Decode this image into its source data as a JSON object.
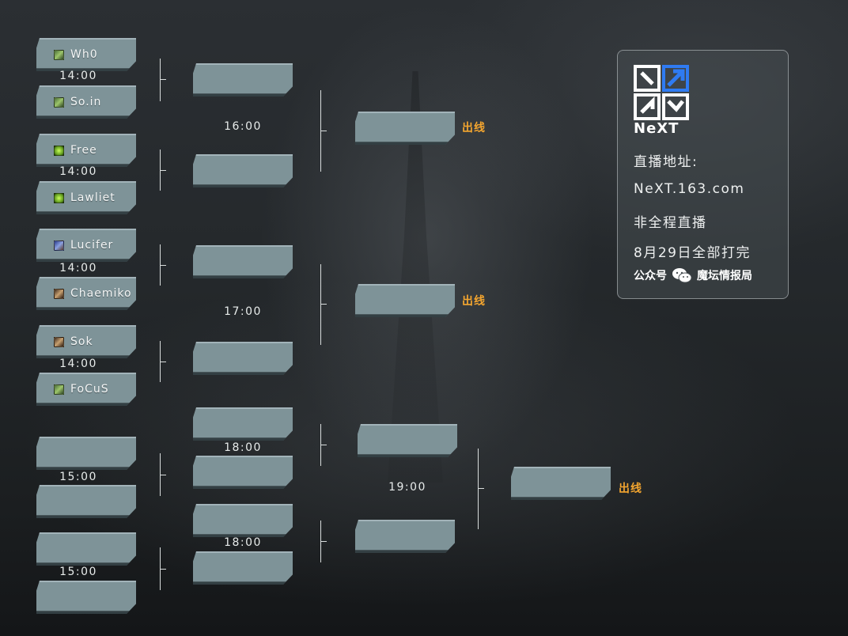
{
  "round1": {
    "matches": [
      {
        "time": "14:00",
        "p1": {
          "name": "Wh0",
          "race": "hu"
        },
        "p2": {
          "name": "So.in",
          "race": "hu"
        }
      },
      {
        "time": "14:00",
        "p1": {
          "name": "Free",
          "race": "ne"
        },
        "p2": {
          "name": "Lawliet",
          "race": "ne"
        }
      },
      {
        "time": "14:00",
        "p1": {
          "name": "Lucifer",
          "race": "ud"
        },
        "p2": {
          "name": "Chaemiko",
          "race": "orc"
        }
      },
      {
        "time": "14:00",
        "p1": {
          "name": "Sok",
          "race": "orc"
        },
        "p2": {
          "name": "FoCuS",
          "race": "hu"
        }
      },
      {
        "time": "15:00",
        "p1": {
          "name": "",
          "race": ""
        },
        "p2": {
          "name": "",
          "race": ""
        }
      },
      {
        "time": "15:00",
        "p1": {
          "name": "",
          "race": ""
        },
        "p2": {
          "name": "",
          "race": ""
        }
      }
    ]
  },
  "round2": {
    "times": [
      "16:00",
      "17:00",
      "18:00",
      "18:00"
    ]
  },
  "round3": {
    "time": "19:00"
  },
  "qualify_label": "出线",
  "panel": {
    "logo_text": "NeXT",
    "line1": "直播地址:",
    "line2": "NeXT.163.com",
    "line3": "非全程直播",
    "line4": "8月29日全部打完",
    "wechat_prefix": "公众号",
    "wechat_icon": "wechat-icon",
    "wechat_name": "魔坛情报局"
  },
  "colors": {
    "slot": "#7e9398",
    "qualify": "#f3a52f",
    "race_icons": {
      "hu": "human-icon",
      "ne": "nightelf-icon",
      "ud": "undead-icon",
      "orc": "orc-icon"
    }
  }
}
